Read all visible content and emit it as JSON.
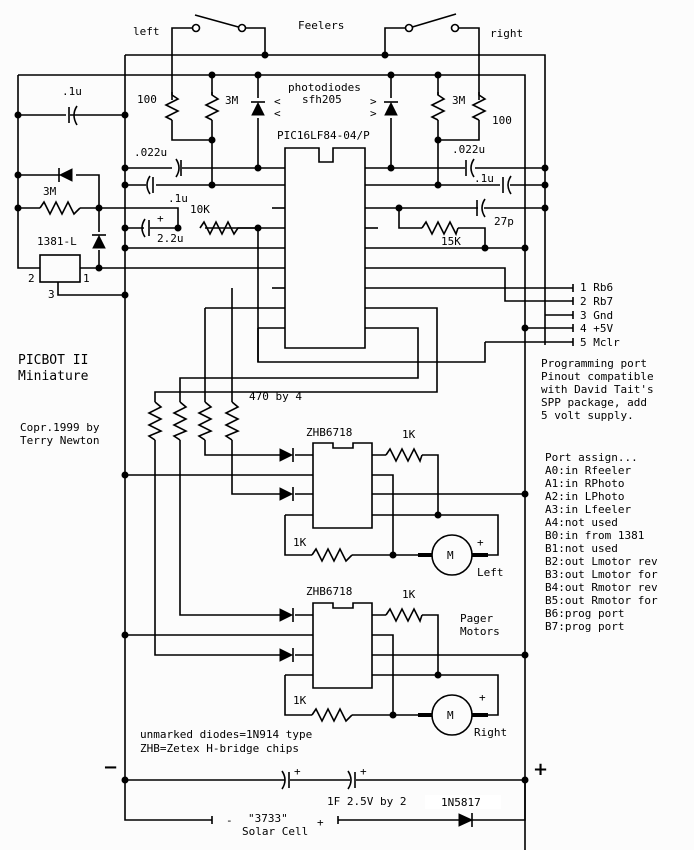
{
  "title": "PICBOT II",
  "subtitle": "Miniature",
  "copyright_line1": "Copr.1999 by",
  "copyright_line2": "Terry Newton",
  "feelers": {
    "label": "Feelers",
    "left": "left",
    "right": "right"
  },
  "photodiodes": {
    "label": "photodiodes",
    "part": "sfh205"
  },
  "mcu": "PIC16LF84-04/P",
  "hbridge": "ZHB6718",
  "detector": "1381-L",
  "detector_pins": [
    "1",
    "2",
    "3"
  ],
  "components": {
    "r_feeler_left": "100",
    "r_photo_left": "3M",
    "r_photo_right": "3M",
    "r_feeler_right": "100",
    "c_left_decoup": ".1u",
    "c_left_022": ".022u",
    "c_left_01": ".1u",
    "c_right_022": ".022u",
    "c_right_01": ".1u",
    "c_27p": "27p",
    "r_15k": "15K",
    "r_3m": "3M",
    "c_2_2u": "2.2u",
    "r_10k": "10K",
    "r_470": "470 by 4",
    "r_1k": "1K",
    "caps_main": "1F 2.5V by 2",
    "schottky": "1N5817",
    "solar_cell_model": "\"3733\"",
    "solar_cell_label": "Solar Cell"
  },
  "motors": {
    "left": "Left",
    "right": "Right",
    "label1": "Pager",
    "label2": "Motors",
    "symbol": "M"
  },
  "prog_port": {
    "pins": [
      "1 Rb6",
      "2 Rb7",
      "3 Gnd",
      "4 +5V",
      "5 Mclr"
    ],
    "notes": [
      "Programming port",
      "Pinout compatible",
      "with David Tait's",
      "SPP package, add",
      "5 volt supply."
    ]
  },
  "port_assign": {
    "title": "Port assign...",
    "items": [
      "A0:in Rfeeler",
      "A1:in RPhoto",
      "A2:in LPhoto",
      "A3:in Lfeeler",
      "A4:not used",
      "B0:in from 1381",
      "B1:not used",
      "B2:out Lmotor rev",
      "B3:out Lmotor for",
      "B4:out Rmotor rev",
      "B5:out Rmotor for",
      "B6:prog port",
      "B7:prog port"
    ]
  },
  "notes": [
    "unmarked diodes=1N914 type",
    "ZHB=Zetex H-bridge chips"
  ],
  "polarity": {
    "minus": "−",
    "plus": "+",
    "small_plus": "+",
    "small_minus": "-"
  },
  "arrows": {
    "in": "<",
    "out": ">"
  }
}
